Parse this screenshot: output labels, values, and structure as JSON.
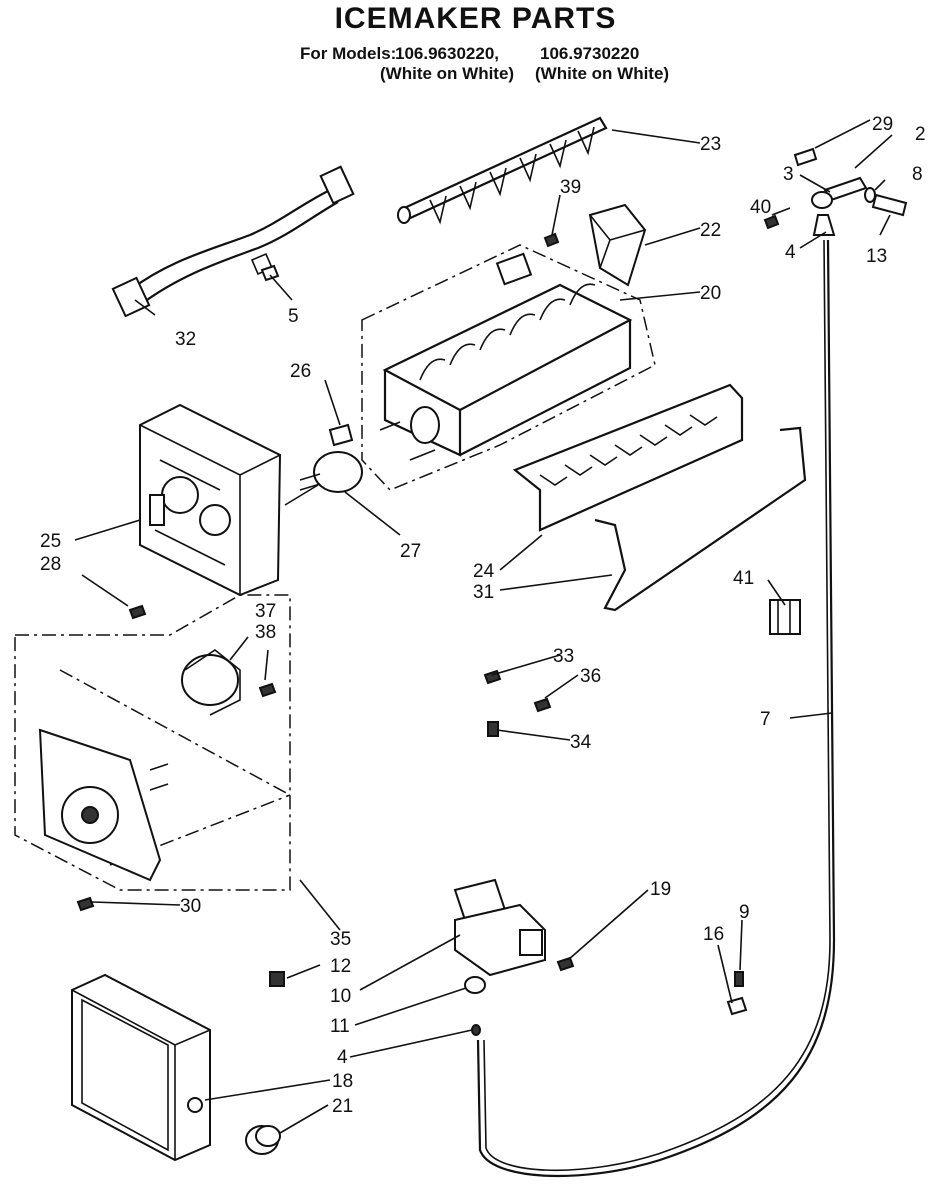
{
  "header": {
    "title": "ICEMAKER PARTS",
    "models_label": "For Models:",
    "model_a": "106.9630220,",
    "model_b": "106.9730220",
    "model_a_variant": "(White on White)",
    "model_b_variant": "(White on White)"
  },
  "callouts": {
    "c2": "2",
    "c3a": "3",
    "c4a": "4",
    "c4b": "4",
    "c5": "5",
    "c7": "7",
    "c8": "8",
    "c9": "9",
    "c10": "10",
    "c11": "11",
    "c12": "12",
    "c13": "13",
    "c16": "16",
    "c18": "18",
    "c19": "19",
    "c20": "20",
    "c21": "21",
    "c22": "22",
    "c23": "23",
    "c24": "24",
    "c25": "25",
    "c26": "26",
    "c27": "27",
    "c28": "28",
    "c29": "29",
    "c30": "30",
    "c31": "31",
    "c32": "32",
    "c33": "33",
    "c34": "34",
    "c35": "35",
    "c36": "36",
    "c37": "37",
    "c38": "38",
    "c39": "39",
    "c40": "40",
    "c41": "41"
  },
  "colors": {
    "ink": "#111111",
    "paper": "#ffffff"
  }
}
